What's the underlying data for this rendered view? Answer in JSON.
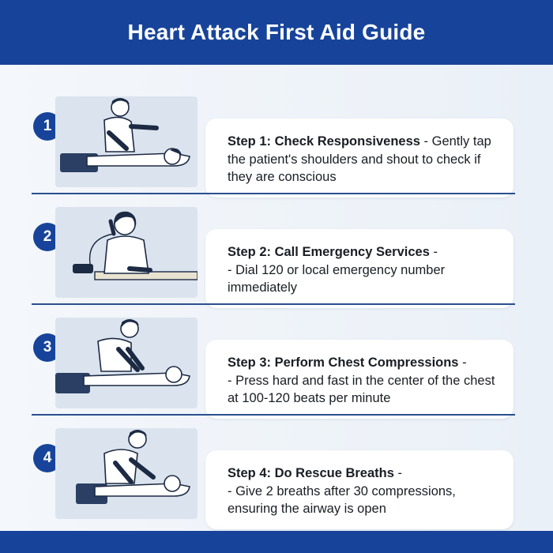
{
  "header": {
    "title": "Heart Attack First Aid Guide"
  },
  "steps": [
    {
      "number": "1",
      "title": "Step 1: Check Responsiveness",
      "sep_inline": " - ",
      "description": "Gently tap the patient's shoulders and shout to check if they are conscious",
      "illustration_icon": "check-responsiveness-illustration"
    },
    {
      "number": "2",
      "title": "Step 2: Call Emergency Services",
      "sep_end": " -",
      "description": "- Dial 120 or local emergency number immediately",
      "illustration_icon": "phone-call-illustration"
    },
    {
      "number": "3",
      "title": "Step 3: Perform Chest Compressions",
      "sep_end": " -",
      "description": "- Press hard and fast in the center of the chest at 100-120 beats per minute",
      "illustration_icon": "chest-compression-illustration"
    },
    {
      "number": "4",
      "title": "Step 4: Do Rescue Breaths",
      "sep_end": " -",
      "description": "- Give 2 breaths after 30 compressions, ensuring the airway is open",
      "illustration_icon": "rescue-breaths-illustration"
    }
  ],
  "colors": {
    "primary": "#17449a",
    "background": "#eef3f8",
    "card": "#ffffff",
    "text": "#1a1d24"
  }
}
